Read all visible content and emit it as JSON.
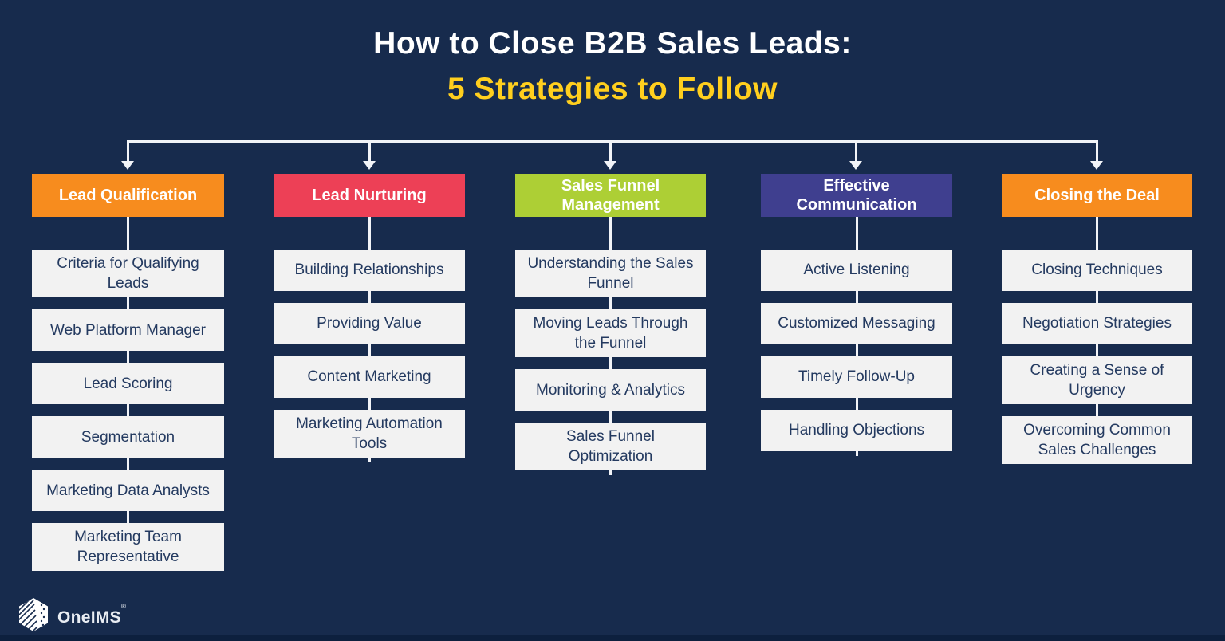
{
  "title": {
    "line1": "How to Close B2B Sales Leads:",
    "line2": "5 Strategies to Follow"
  },
  "colors": {
    "background": "#172B4D",
    "title_text": "#FFFFFF",
    "title_highlight": "#FFCF1E",
    "connector": "#F2F4F8",
    "item_box_bg": "#F2F2F2",
    "item_box_text": "#243A60",
    "header_orange": "#F78C1E",
    "header_red": "#ED4056",
    "header_green": "#ADCF35",
    "header_purple": "#3F3F8F"
  },
  "columns": [
    {
      "id": "lead-qualification",
      "label": "Lead Qualification",
      "color": "#F78C1E",
      "items": [
        "Criteria for Qualifying Leads",
        "Web Platform Manager",
        "Lead Scoring",
        "Segmentation",
        "Marketing Data Analysts",
        "Marketing Team Representative"
      ]
    },
    {
      "id": "lead-nurturing",
      "label": "Lead Nurturing",
      "color": "#ED4056",
      "items": [
        "Building Relationships",
        "Providing Value",
        "Content Marketing",
        "Marketing Automation Tools"
      ]
    },
    {
      "id": "sales-funnel-management",
      "label": "Sales Funnel Management",
      "color": "#ADCF35",
      "items": [
        "Understanding the Sales Funnel",
        "Moving Leads Through the Funnel",
        "Monitoring & Analytics",
        "Sales Funnel Optimization"
      ]
    },
    {
      "id": "effective-communication",
      "label": "Effective Communication",
      "color": "#3F3F8F",
      "items": [
        "Active Listening",
        "Customized Messaging",
        "Timely Follow-Up",
        "Handling Objections"
      ]
    },
    {
      "id": "closing-the-deal",
      "label": "Closing the Deal",
      "color": "#F78C1E",
      "items": [
        "Closing Techniques",
        "Negotiation Strategies",
        "Creating a Sense of Urgency",
        "Overcoming Common Sales Challenges"
      ]
    }
  ],
  "footer": {
    "logo_text": "OneIMS",
    "logo_mark": "®"
  }
}
